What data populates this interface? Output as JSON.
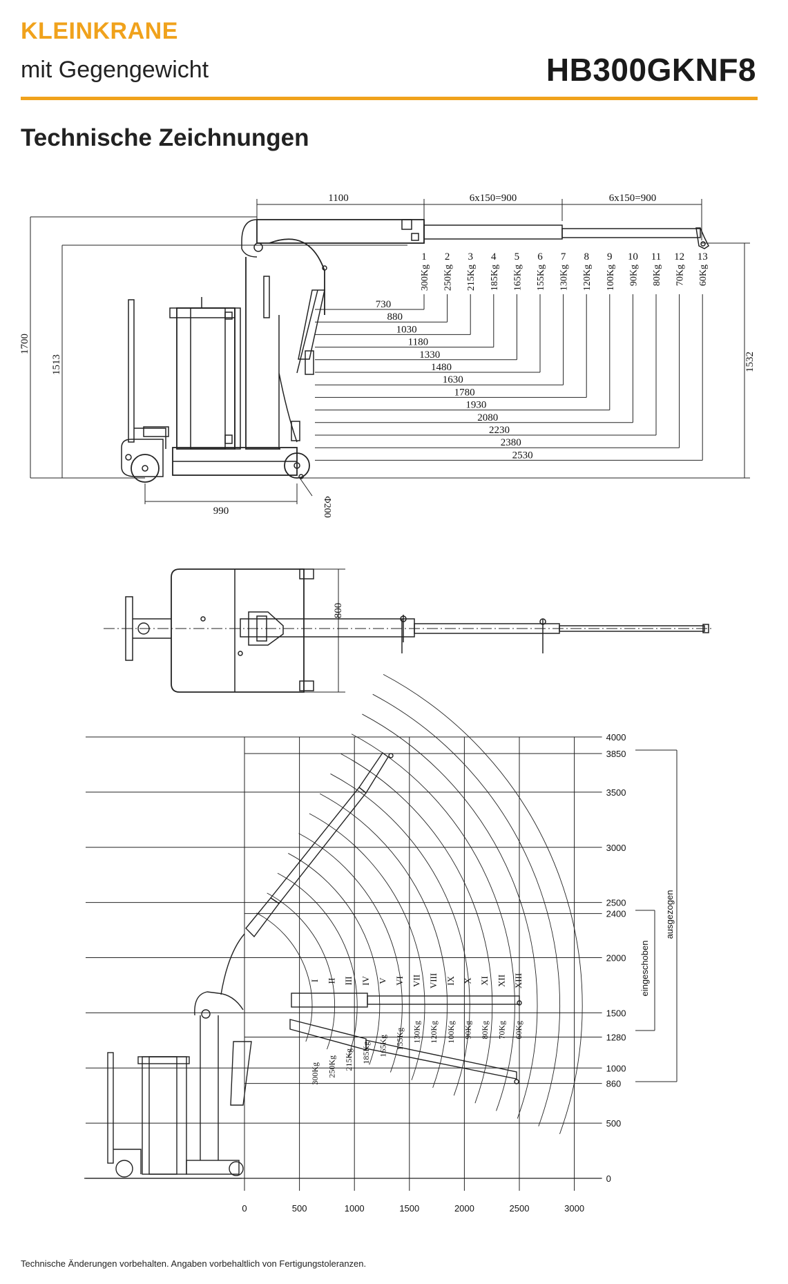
{
  "header": {
    "brand": "KLEINKRANE",
    "subtitle": "mit Gegengewicht",
    "model": "HB300GKNF8"
  },
  "section_title": "Technische Zeichnungen",
  "side_view": {
    "top_dims": [
      "1100",
      "6x150=900",
      "6x150=900"
    ],
    "positions": [
      "1",
      "2",
      "3",
      "4",
      "5",
      "6",
      "7",
      "8",
      "9",
      "10",
      "11",
      "12",
      "13"
    ],
    "capacities": [
      "300Kg",
      "250Kg",
      "215Kg",
      "185Kg",
      "165Kg",
      "155Kg",
      "130Kg",
      "120Kg",
      "100Kg",
      "90Kg",
      "80Kg",
      "70Kg",
      "60Kg"
    ],
    "reach_dims": [
      "730",
      "880",
      "1030",
      "1180",
      "1330",
      "1480",
      "1630",
      "1780",
      "1930",
      "2080",
      "2230",
      "2380",
      "2530"
    ],
    "height_total": "1700",
    "height_hook": "1513",
    "height_right": "1532",
    "wheelbase": "990",
    "wheel_dia": "Φ200"
  },
  "top_view": {
    "width_dim": "800"
  },
  "range_chart": {
    "x_ticks": [
      "0",
      "500",
      "1000",
      "1500",
      "2000",
      "2500",
      "3000"
    ],
    "y_ticks": [
      "0",
      "500",
      "1000",
      "1500",
      "2000",
      "2500",
      "3000",
      "3500",
      "4000"
    ],
    "y_marks": [
      "860",
      "1280",
      "2400",
      "3850"
    ],
    "bracket_inner": "eingeschoben",
    "bracket_outer": "ausgezogen",
    "arc_numerals": [
      "I",
      "II",
      "III",
      "IV",
      "V",
      "VI",
      "VII",
      "VIII",
      "IX",
      "X",
      "XI",
      "XII",
      "XIII"
    ],
    "capacities": [
      "300Kg",
      "250Kg",
      "215Kg",
      "185Kg",
      "165Kg",
      "155Kg",
      "130Kg",
      "120Kg",
      "100Kg",
      "90Kg",
      "80Kg",
      "70Kg",
      "60Kg"
    ]
  },
  "footer": "Technische Änderungen vorbehalten. Angaben vorbehaltlich von Fertigungstoleranzen."
}
